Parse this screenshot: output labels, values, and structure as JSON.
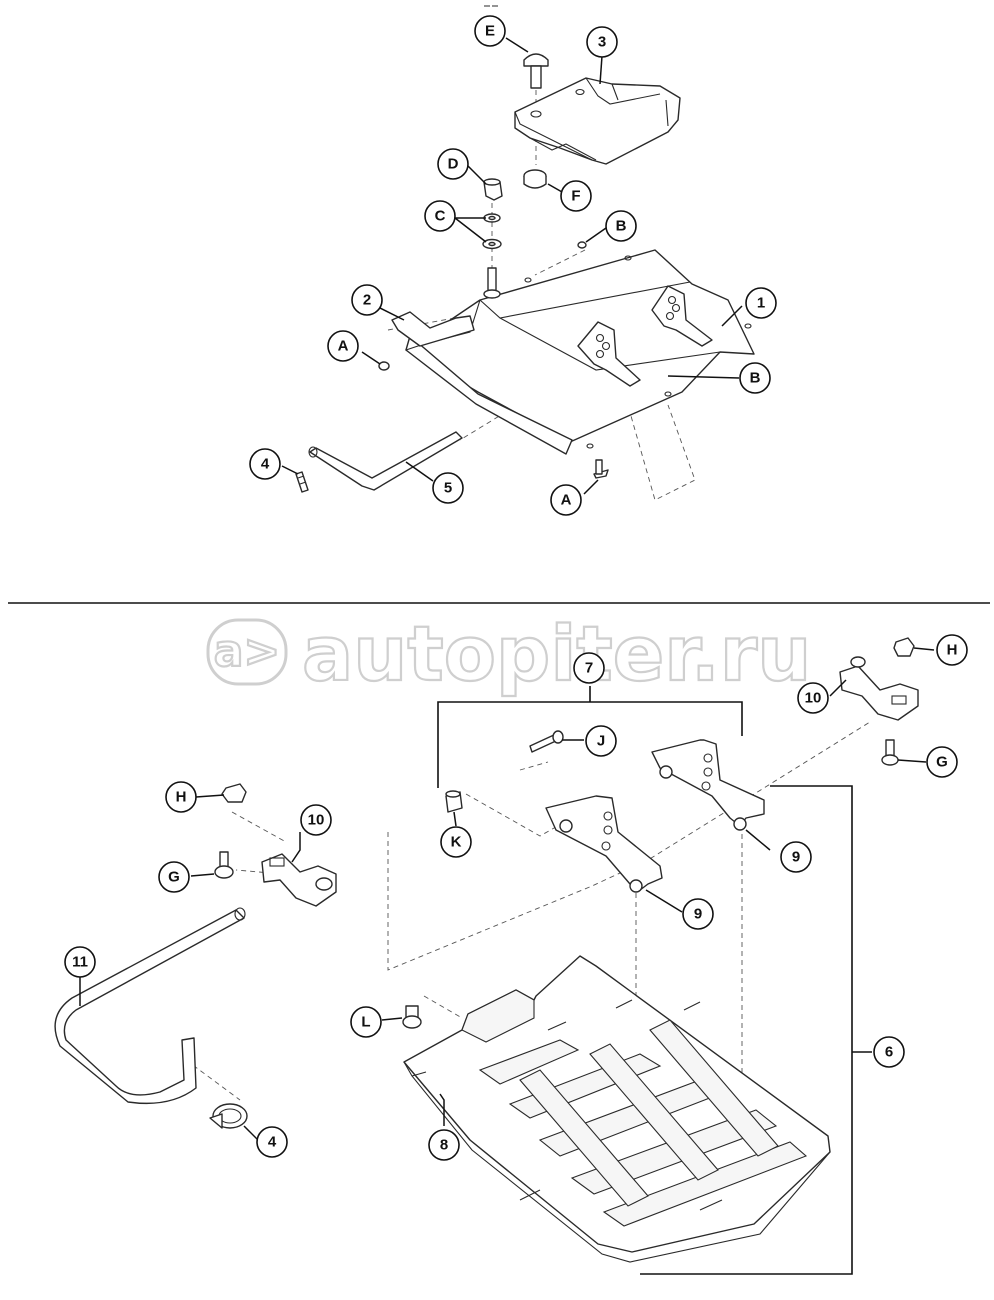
{
  "watermark": {
    "text": "autopiter.ru",
    "logo_glyph": "a>"
  },
  "callouts": {
    "part_1": "1",
    "part_2": "2",
    "part_3": "3",
    "part_4_top": "4",
    "part_5": "5",
    "hw_A_left": "A",
    "hw_A_bottom": "A",
    "hw_B_top": "B",
    "hw_B_right": "B",
    "hw_C": "C",
    "hw_D": "D",
    "hw_E": "E",
    "hw_F": "F",
    "part_6": "6",
    "part_7": "7",
    "part_8": "8",
    "part_9_front": "9",
    "part_9_rear": "9",
    "part_10_left": "10",
    "part_10_right": "10",
    "part_11": "11",
    "part_4_bottom": "4",
    "hw_G_left": "G",
    "hw_G_right": "G",
    "hw_H_left": "H",
    "hw_H_right": "H",
    "hw_J": "J",
    "hw_K": "K",
    "hw_L": "L"
  },
  "colors": {
    "line": "#2a2a2a",
    "watermark": "#cfcfcf",
    "background": "#ffffff"
  }
}
